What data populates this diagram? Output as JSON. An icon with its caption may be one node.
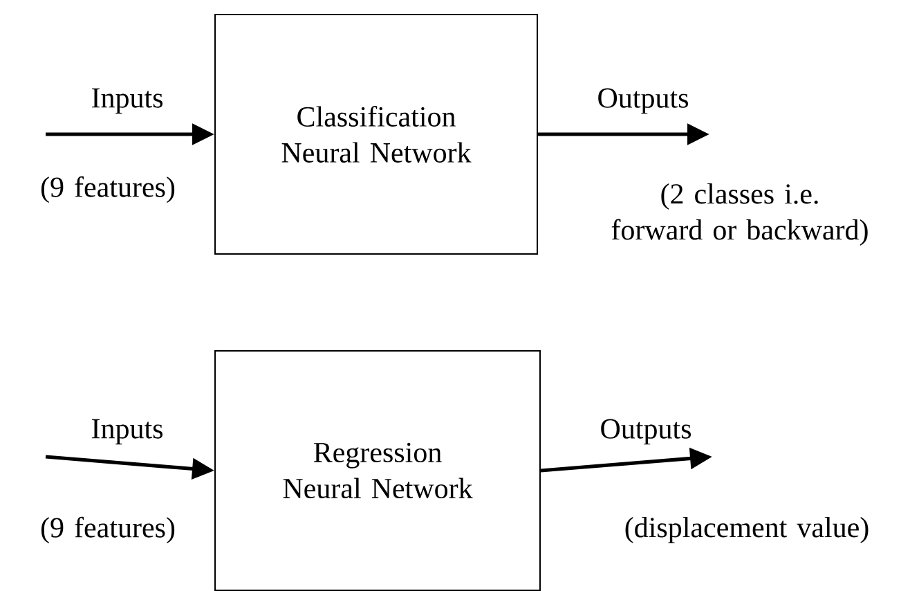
{
  "diagram": {
    "nodes": [
      {
        "text": [
          "Classification Neural Network"
        ]
      },
      {
        "text": [
          "Regression Neural Network"
        ]
      }
    ],
    "edges": [
      {
        "from": null,
        "to": 0,
        "arrow": "to",
        "label": "Inputs"
      },
      {
        "from": 0,
        "to": null,
        "arrow": "to",
        "label": "Outputs"
      },
      {
        "from": null,
        "to": 1,
        "arrow": "to",
        "label": "Inputs"
      },
      {
        "from": 1,
        "to": null,
        "arrow": "to",
        "label": "Outputs"
      }
    ],
    "labels": [
      "(9 features)",
      "(2 classes i.e. forward or backward)",
      "(9 features)",
      "(displacement value)"
    ]
  }
}
